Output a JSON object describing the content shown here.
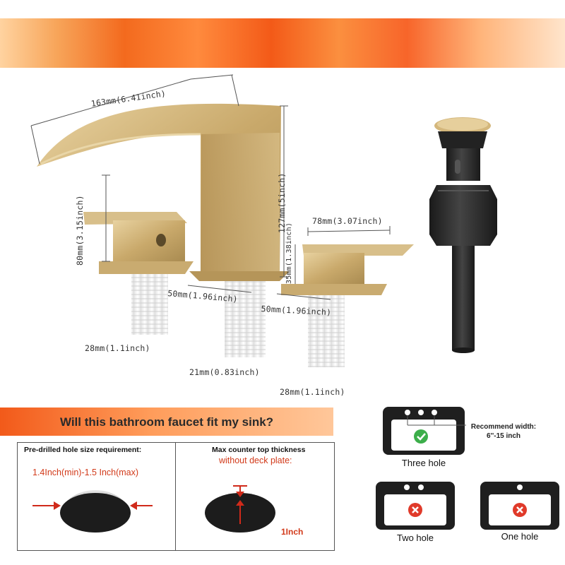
{
  "dimensions": {
    "spout_length": "163mm(6.41inch)",
    "spout_height": "127mm(5inch)",
    "handle_height": "80mm(3.15inch)",
    "handle_length": "78mm(3.07inch)",
    "handle_body_height": "35mm(1.38inch)",
    "spout_base_width": "50mm(1.96inch)",
    "handle_base_width": "50mm(1.96inch)",
    "left_shank_dia": "28mm(1.1inch)",
    "center_shank_dia": "21mm(0.83inch)",
    "right_shank_dia": "28mm(1.1inch)"
  },
  "fit_section": {
    "question": "Will this bathroom faucet fit my sink?",
    "hole_size_title": "Pre-drilled hole size requirement:",
    "hole_size_value": "1.4Inch(min)-1.5 Inch(max)",
    "thickness_title": "Max counter top thickness",
    "thickness_subtitle": "without deck plate:",
    "thickness_value": "1Inch"
  },
  "sink_options": {
    "recommend_line1": "Recommend width:",
    "recommend_line2": "6''-15 inch",
    "three_hole": "Three hole",
    "two_hole": "Two hole",
    "one_hole": "One hole"
  },
  "colors": {
    "brass": "#c8a86a",
    "accent_orange": "#f36a1e",
    "check_green": "#3cae4a",
    "cross_red": "#e03a2a",
    "sink_black": "#222222"
  }
}
